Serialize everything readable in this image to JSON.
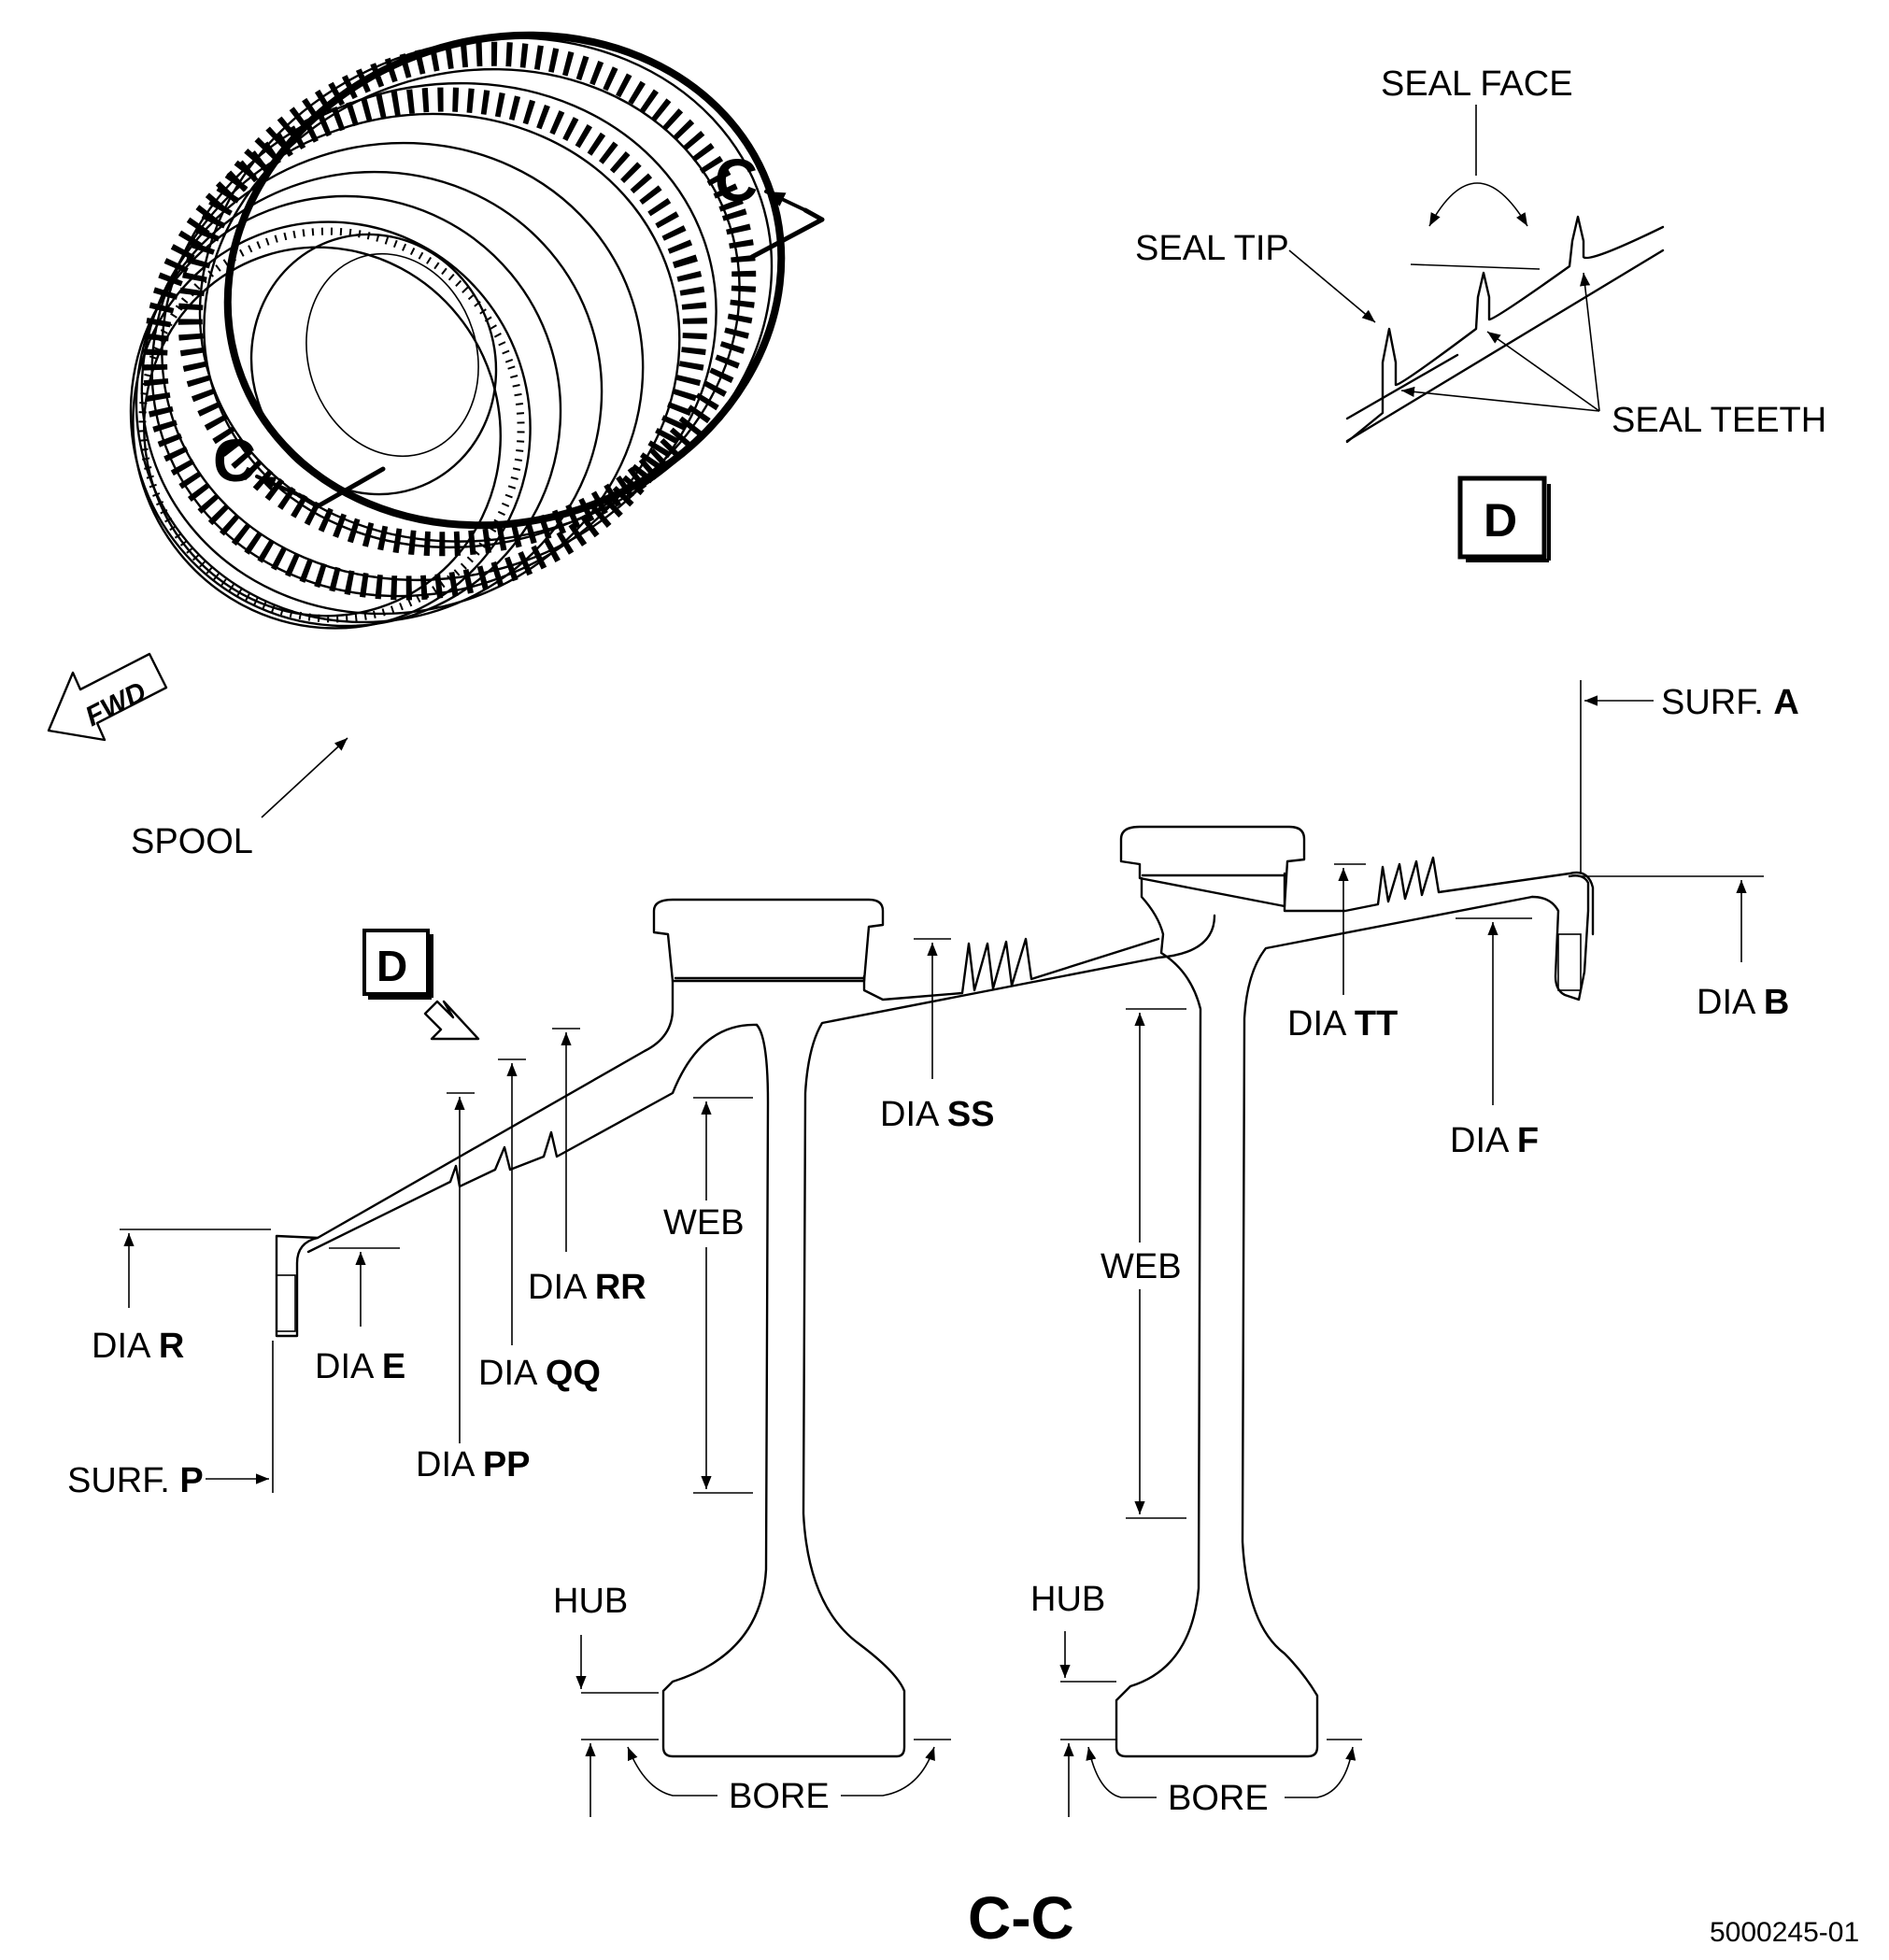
{
  "view_title": "C-C",
  "figure_number": "5000245-01",
  "section_marker": "C",
  "detail_marker": "D",
  "fwd": "FWD",
  "spool": "SPOOL",
  "seal_face": "SEAL FACE",
  "seal_tip": "SEAL TIP",
  "seal_teeth": "SEAL TEETH",
  "web": "WEB",
  "hub": "HUB",
  "bore": "BORE",
  "dia_prefix": "DIA",
  "surf_prefix": "SURF.",
  "dia": {
    "r": "R",
    "e": "E",
    "pp": "PP",
    "qq": "QQ",
    "rr": "RR",
    "ss": "SS",
    "tt": "TT",
    "f": "F",
    "b": "B"
  },
  "surf": {
    "a": "A",
    "p": "P"
  }
}
